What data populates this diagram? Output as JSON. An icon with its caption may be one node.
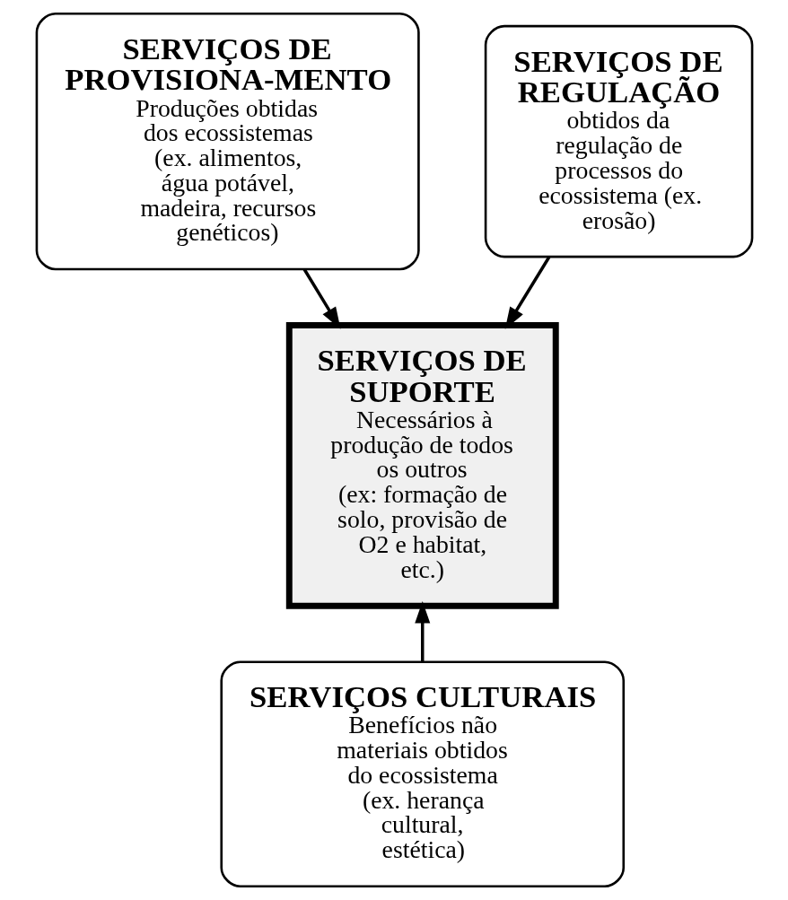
{
  "diagram": {
    "nodes": [
      {
        "text": [
          "SERVIÇOS DE PROVISIONA-MENTO",
          "Produções obtidas dos ecossistemas (ex. alimentos, água potável, madeira, recursos genéticos)"
        ]
      },
      {
        "text": [
          "SERVIÇOS DE REGULAÇÃO",
          "obtidos da regulação de processos do ecossistema (ex. erosão)"
        ]
      },
      {
        "text": [
          "SERVIÇOS DE SUPORTE",
          "Necessários à produção de todos os outros",
          "(ex: formação de solo, provisão de O2 e habitat, etc.)"
        ]
      },
      {
        "text": [
          "SERVIÇOS CULTURAIS",
          "Benefícios não materiais obtidos do ecossistema",
          "(ex. herança cultural, estética)"
        ]
      }
    ],
    "edges": [
      {
        "from": 0,
        "to": 2,
        "arrow": "to"
      },
      {
        "from": 1,
        "to": 2,
        "arrow": "to"
      },
      {
        "from": 3,
        "to": 2,
        "arrow": "to"
      }
    ]
  }
}
